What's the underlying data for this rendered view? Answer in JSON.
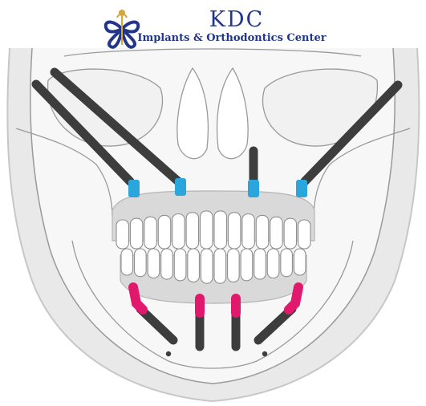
{
  "logo": {
    "name": "KDC",
    "subtitle": "Implants & Orthodontics Center",
    "colors": {
      "navy": "#23378a",
      "gold": "#d4a73a"
    }
  },
  "figure": {
    "colors": {
      "skull_fill": "#f4f4f4",
      "skull_stroke": "#9a9a9a",
      "implant": "#3d3d3d",
      "upper_abutment": "#2aa6dd",
      "lower_abutment": "#e0196c",
      "denture_gum": "#d9d9d9"
    },
    "upper_implant_count": 4,
    "lower_implant_count": 4
  }
}
